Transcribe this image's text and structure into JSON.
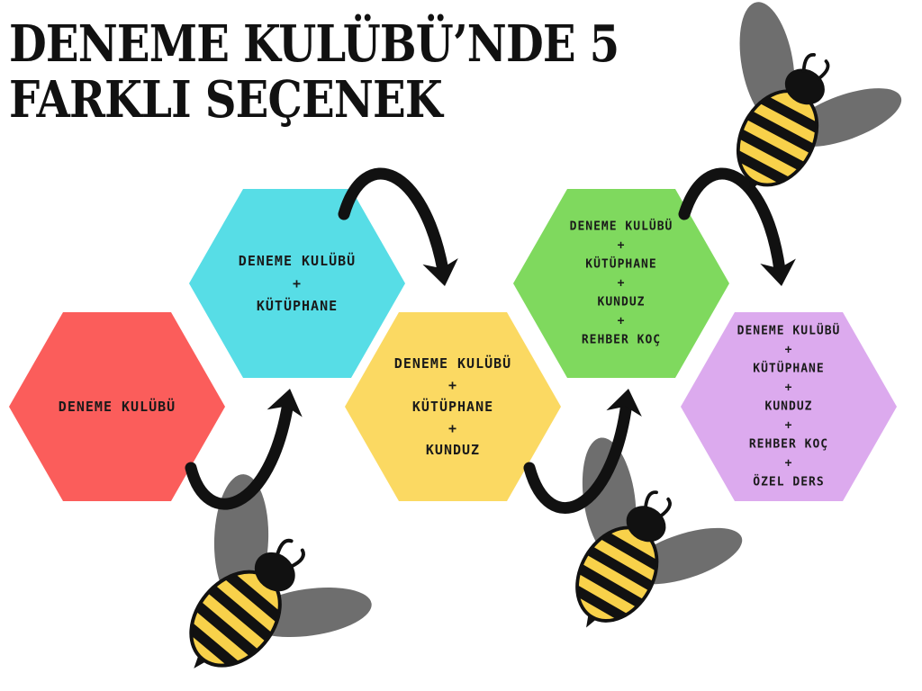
{
  "title": {
    "line1": "DENEME KULÜBÜ’NDE 5",
    "line2": "FARKLI SEÇENEK"
  },
  "colors": {
    "hex_red": "#fb5d5b",
    "hex_cyan": "#57dde6",
    "hex_yellow": "#fbd962",
    "hex_green": "#7fd95e",
    "hex_purple": "#dcaaee",
    "bee_stripe": "#f8d14a",
    "bee_wing": "#6e6e6e",
    "arrow": "#111111"
  },
  "options": [
    {
      "lines": [
        "DENEME KULÜBÜ"
      ]
    },
    {
      "lines": [
        "DENEME KULÜBÜ",
        "+",
        "KÜTÜPHANE"
      ]
    },
    {
      "lines": [
        "DENEME KULÜBÜ",
        "+",
        "KÜTÜPHANE",
        "+",
        "KUNDUZ"
      ]
    },
    {
      "lines": [
        "DENEME KULÜBÜ",
        "+",
        "KÜTÜPHANE",
        "+",
        "KUNDUZ",
        "+",
        "REHBER KOÇ"
      ]
    },
    {
      "lines": [
        "DENEME KULÜBÜ",
        "+",
        "KÜTÜPHANE",
        "+",
        "KUNDUZ",
        "+",
        "REHBER KOÇ",
        "+",
        "ÖZEL DERS"
      ]
    }
  ],
  "icons": [
    "bee-icon",
    "curved-arrow-icon"
  ]
}
